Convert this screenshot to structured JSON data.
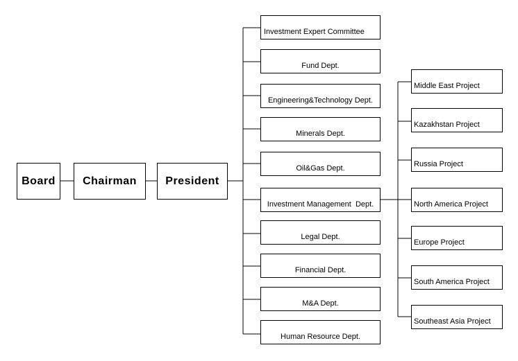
{
  "top_chain": [
    "Board",
    "Chairman",
    "President"
  ],
  "departments": [
    "Investment Expert Committee",
    "Fund Dept.",
    "Engineering&Technology Dept.",
    "Minerals Dept.",
    "Oil&Gas Dept.",
    "Investment Management  Dept.",
    "Legal Dept.",
    "Financial Dept.",
    "M&A Dept.",
    "Human Resource Dept."
  ],
  "projects": [
    "Middle East Project",
    "Kazakhstan Project",
    "Russia Project",
    "North America Project",
    "Europe Project",
    "South America Project",
    "Southeast Asia Project"
  ]
}
